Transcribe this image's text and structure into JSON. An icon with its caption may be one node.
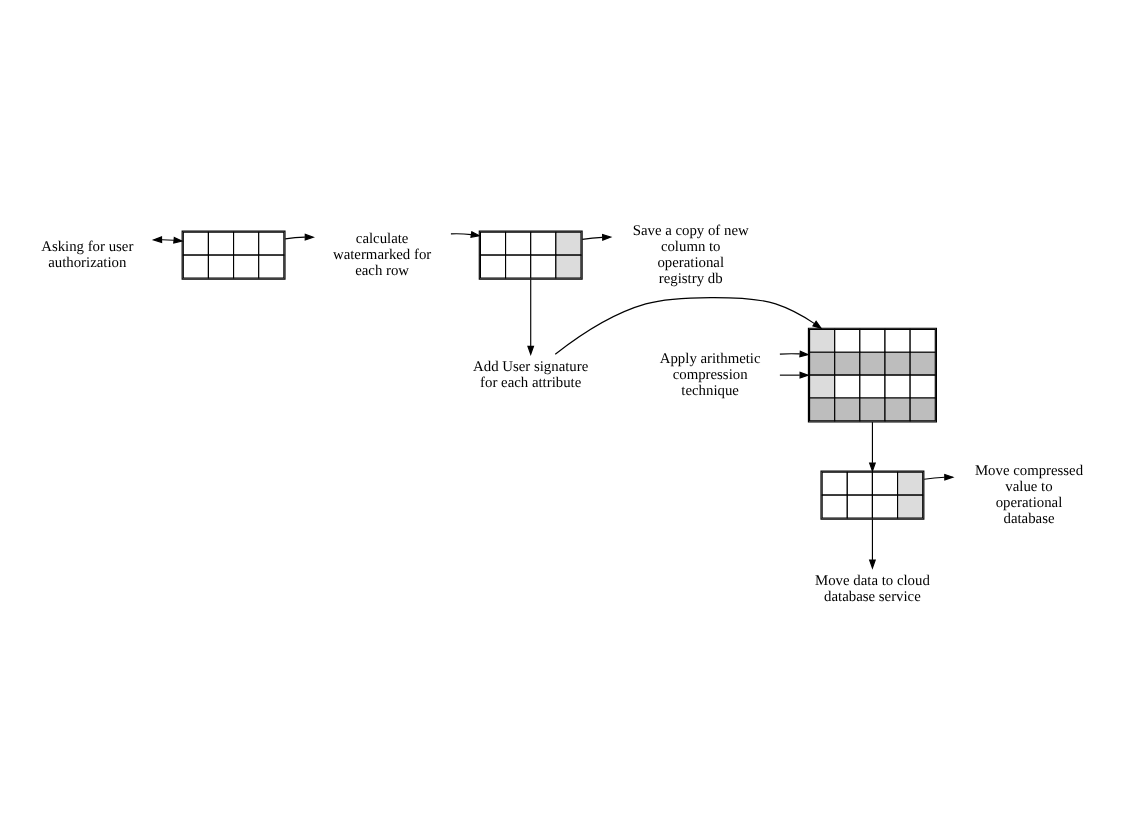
{
  "diagram": {
    "nodes": [
      {
        "text": [
          "Asking for user authorization"
        ]
      },
      {
        "text": [],
        "shape": "table"
      },
      {
        "text": [
          "calculate watermarked for each row"
        ]
      },
      {
        "text": [],
        "shape": "table"
      },
      {
        "text": [
          "Save a copy of new column to operational registry db"
        ]
      },
      {
        "text": [
          "Add User signature for each attribute"
        ]
      },
      {
        "text": [
          "Apply arithmetic compression technique"
        ]
      },
      {
        "text": [],
        "shape": "table"
      },
      {
        "text": [],
        "shape": "table"
      },
      {
        "text": [
          "Move compressed value to operational database"
        ]
      },
      {
        "text": [
          "Move data to cloud database service"
        ]
      }
    ],
    "edges": [
      {
        "from": 0,
        "to": 1,
        "arrow": "both"
      },
      {
        "from": 1,
        "to": 2,
        "arrow": "to"
      },
      {
        "from": 2,
        "to": 3,
        "arrow": "to"
      },
      {
        "from": 3,
        "to": 4,
        "arrow": "to"
      },
      {
        "from": 3,
        "to": 5,
        "arrow": "to"
      },
      {
        "from": 6,
        "to": 7,
        "arrow": "to"
      },
      {
        "from": 6,
        "to": 7,
        "arrow": "to"
      },
      {
        "from": 5,
        "to": 7,
        "arrow": "to"
      },
      {
        "from": 7,
        "to": 8,
        "arrow": "to"
      },
      {
        "from": 8,
        "to": 9,
        "arrow": "to"
      },
      {
        "from": 8,
        "to": 10,
        "arrow": "to"
      }
    ]
  }
}
